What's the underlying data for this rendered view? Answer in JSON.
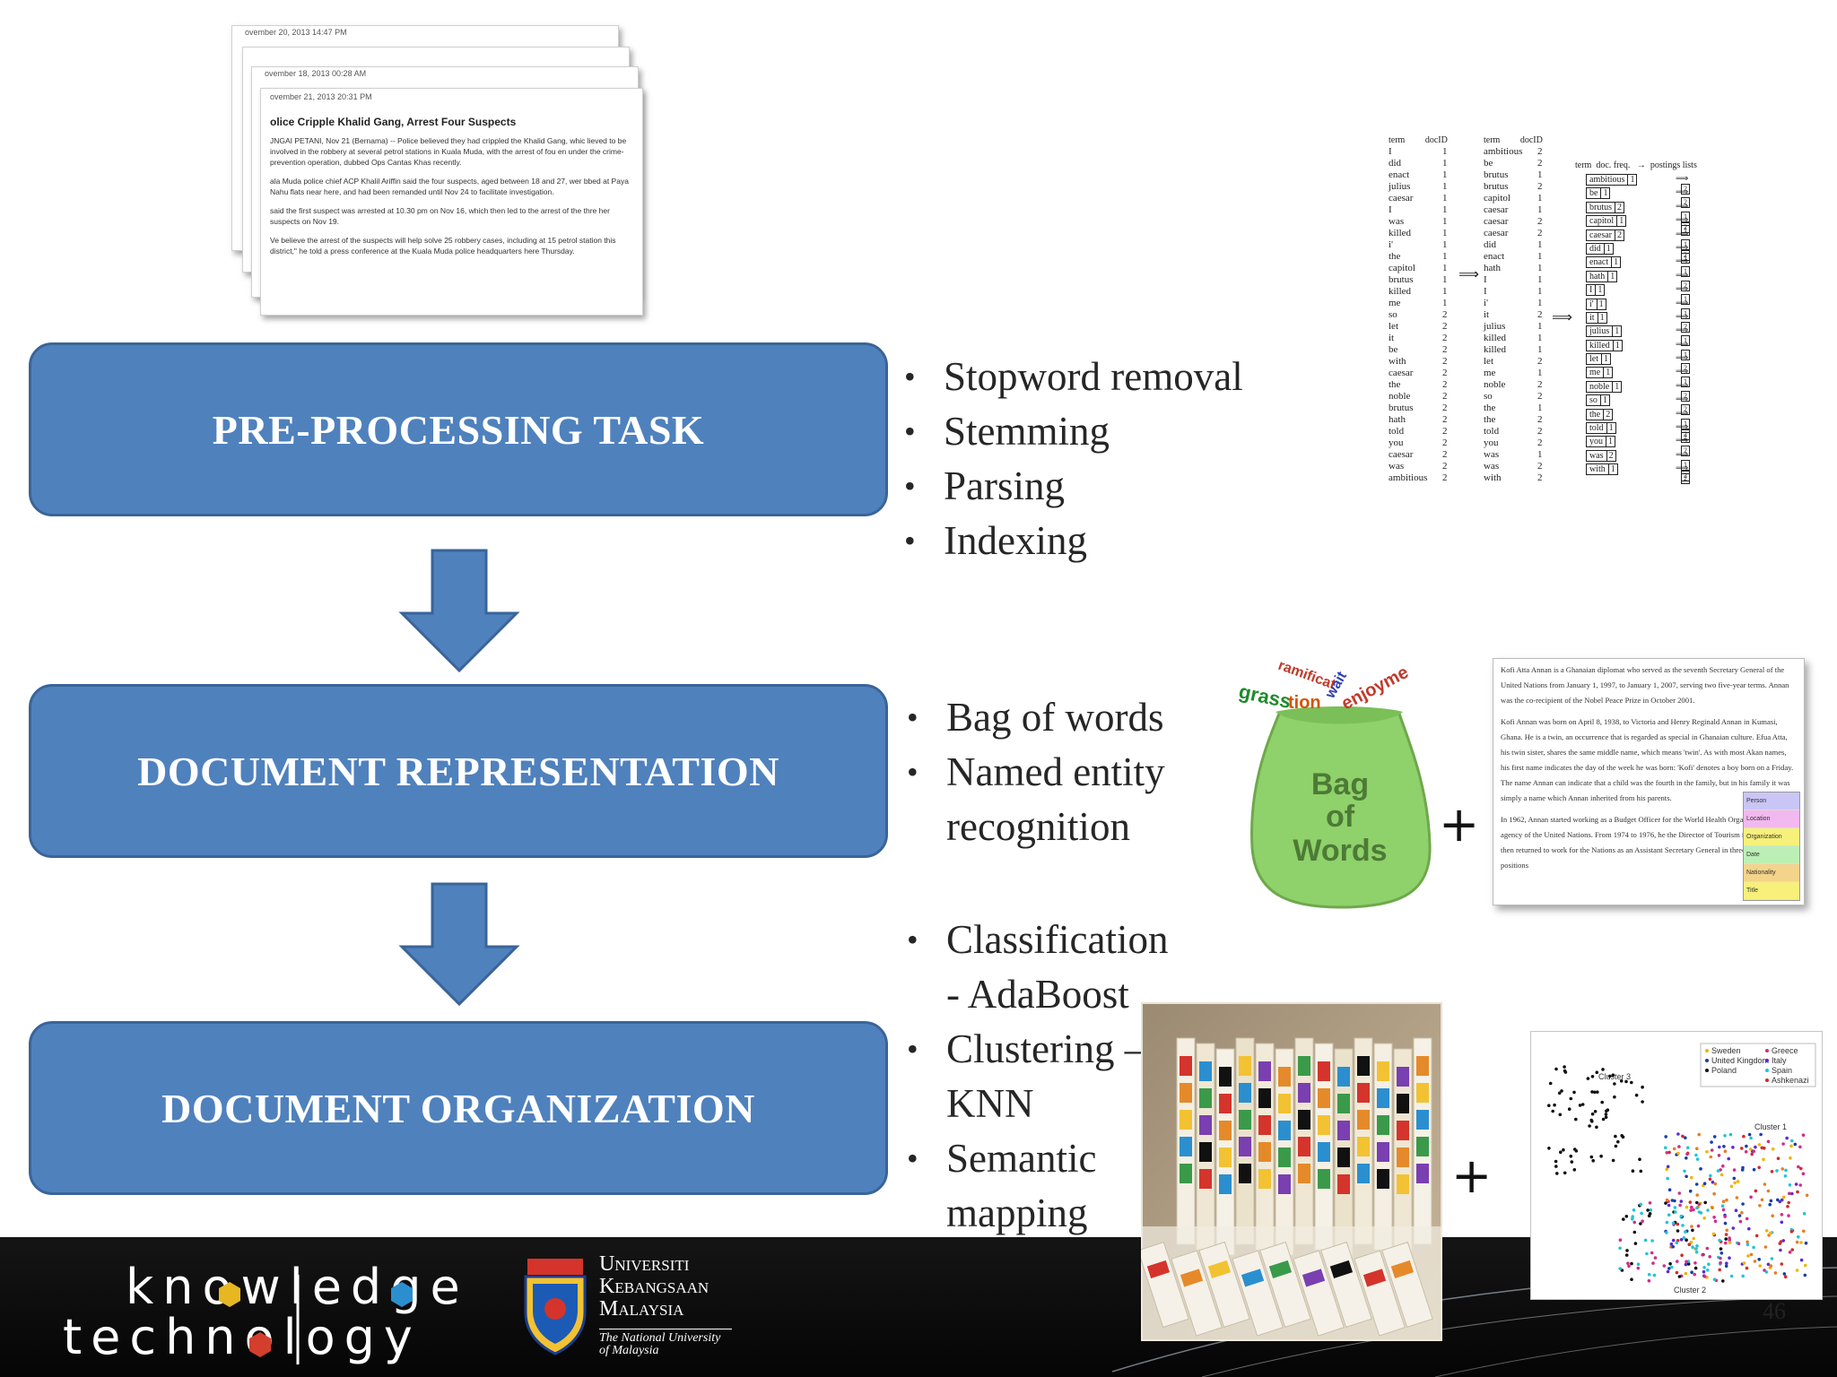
{
  "slide": {
    "page_number": "46"
  },
  "news": {
    "back_dates": [
      "ovember 20, 2013 14:47 PM",
      "ovember 18, 2013 00:28 AM"
    ],
    "front_date": "ovember 21, 2013 20:31 PM",
    "headline": "olice Cripple Khalid Gang, Arrest Four Suspects",
    "paragraphs": [
      "JNGAI PETANI, Nov 21 (Bernama) -- Police believed they had crippled the Khalid Gang, whic lieved to be involved in the robbery at several petrol stations in Kuala Muda, with the arrest of fou en under the crime-prevention operation, dubbed Ops Cantas Khas recently.",
      "ala Muda police chief ACP Khalil Ariffin said the four suspects, aged between 18 and 27, wer bbed at Paya Nahu flats near here, and had been remanded until Nov 24 to facilitate investigation.",
      "said the first suspect was arrested at 10.30 pm on Nov 16, which then led to the arrest of the thre her suspects on Nov 19.",
      "Ve believe the arrest of the suspects will help solve 25 robbery cases, including at 15 petrol station this district,\" he told a press conference at the Kuala Muda police headquarters here Thursday."
    ]
  },
  "boxes": [
    {
      "label": "PRE-PROCESSING TASK"
    },
    {
      "label": "DOCUMENT REPRESENTATION"
    },
    {
      "label": "DOCUMENT ORGANIZATION"
    }
  ],
  "bullets": {
    "preprocessing": [
      "Stopword removal",
      "Stemming",
      "Parsing",
      "Indexing"
    ],
    "representation": [
      "Bag of  words",
      "Named entity recognition"
    ],
    "organization": [
      "Classification - AdaBoost",
      "Clustering – KNN",
      "Semantic mapping"
    ]
  },
  "index_table": {
    "col1_header": [
      "term",
      "docID"
    ],
    "col1": [
      [
        "I",
        "1"
      ],
      [
        "did",
        "1"
      ],
      [
        "enact",
        "1"
      ],
      [
        "julius",
        "1"
      ],
      [
        "caesar",
        "1"
      ],
      [
        "I",
        "1"
      ],
      [
        "was",
        "1"
      ],
      [
        "killed",
        "1"
      ],
      [
        "i'",
        "1"
      ],
      [
        "the",
        "1"
      ],
      [
        "capitol",
        "1"
      ],
      [
        "brutus",
        "1"
      ],
      [
        "killed",
        "1"
      ],
      [
        "me",
        "1"
      ],
      [
        "so",
        "2"
      ],
      [
        "let",
        "2"
      ],
      [
        "it",
        "2"
      ],
      [
        "be",
        "2"
      ],
      [
        "with",
        "2"
      ],
      [
        "caesar",
        "2"
      ],
      [
        "the",
        "2"
      ],
      [
        "noble",
        "2"
      ],
      [
        "brutus",
        "2"
      ],
      [
        "hath",
        "2"
      ],
      [
        "told",
        "2"
      ],
      [
        "you",
        "2"
      ],
      [
        "caesar",
        "2"
      ],
      [
        "was",
        "2"
      ],
      [
        "ambitious",
        "2"
      ]
    ],
    "col2_header": [
      "term",
      "docID"
    ],
    "col2": [
      [
        "ambitious",
        "2"
      ],
      [
        "be",
        "2"
      ],
      [
        "brutus",
        "1"
      ],
      [
        "brutus",
        "2"
      ],
      [
        "capitol",
        "1"
      ],
      [
        "caesar",
        "1"
      ],
      [
        "caesar",
        "2"
      ],
      [
        "caesar",
        "2"
      ],
      [
        "did",
        "1"
      ],
      [
        "enact",
        "1"
      ],
      [
        "hath",
        "1"
      ],
      [
        "I",
        "1"
      ],
      [
        "I",
        "1"
      ],
      [
        "i'",
        "1"
      ],
      [
        "it",
        "2"
      ],
      [
        "julius",
        "1"
      ],
      [
        "killed",
        "1"
      ],
      [
        "killed",
        "1"
      ],
      [
        "let",
        "2"
      ],
      [
        "me",
        "1"
      ],
      [
        "noble",
        "2"
      ],
      [
        "so",
        "2"
      ],
      [
        "the",
        "1"
      ],
      [
        "the",
        "2"
      ],
      [
        "told",
        "2"
      ],
      [
        "you",
        "2"
      ],
      [
        "was",
        "1"
      ],
      [
        "was",
        "2"
      ],
      [
        "with",
        "2"
      ]
    ],
    "post_header": [
      "term",
      "doc. freq.",
      "→",
      "postings lists"
    ],
    "postings": [
      [
        "ambitious",
        "1",
        "2"
      ],
      [
        "be",
        "1",
        "2"
      ],
      [
        "brutus",
        "2",
        "1 2"
      ],
      [
        "capitol",
        "1",
        "1"
      ],
      [
        "caesar",
        "2",
        "1 2"
      ],
      [
        "did",
        "1",
        "1"
      ],
      [
        "enact",
        "1",
        "1"
      ],
      [
        "hath",
        "1",
        "2"
      ],
      [
        "I",
        "1",
        "1"
      ],
      [
        "i'",
        "1",
        "1"
      ],
      [
        "it",
        "1",
        "2"
      ],
      [
        "julius",
        "1",
        "1"
      ],
      [
        "killed",
        "1",
        "1"
      ],
      [
        "let",
        "1",
        "2"
      ],
      [
        "me",
        "1",
        "1"
      ],
      [
        "noble",
        "1",
        "2"
      ],
      [
        "so",
        "1",
        "2"
      ],
      [
        "the",
        "2",
        "1 2"
      ],
      [
        "told",
        "1",
        "2"
      ],
      [
        "you",
        "1",
        "2"
      ],
      [
        "was",
        "2",
        "1 2"
      ],
      [
        "with",
        "1",
        "2"
      ]
    ],
    "arrow": "⟹"
  },
  "bag": {
    "label_lines": [
      "Bag",
      "of",
      "Words"
    ],
    "words": [
      "ramificat",
      "grass",
      "tion",
      "enjoyme",
      "wait"
    ]
  },
  "plus_sign": "+",
  "ner_doc": {
    "p1": "Kofi Atta Annan is a Ghanaian diplomat who served as the seventh Secretary General of the United Nations from January 1, 1997, to January 1, 2007, serving two five-year terms. Annan was the co-recipient of the Nobel Peace Prize in October 2001.",
    "p2": "Kofi Annan was born on April 8, 1938, to Victoria and Henry Reginald Annan in Kumasi, Ghana. He is a twin, an occurrence that is regarded as special in Ghanaian culture. Efua Atta, his twin sister, shares the same middle name, which means 'twin'. As with most Akan names, his first name indicates the day of the week he was born: 'Kofi' denotes a boy born on a Friday. The name Annan can indicate that a child was the fourth in the family, but in his family it was simply a name which Annan inherited from his parents.",
    "p3": "In 1962, Annan started working as a Budget Officer for the World Health Organization, an agency of the United Nations. From 1974 to 1976, he the Director of Tourism in Ghana. Annan then returned to work for the Nations as an Assistant Secretary General in three consecutive positions",
    "legend": [
      "Person",
      "Location",
      "Organization",
      "Date",
      "Nationality",
      "Title"
    ],
    "colors": {
      "person": "#c9c6f5",
      "location": "#f2b8f0",
      "organization": "#f7f07a",
      "date": "#bcefb5"
    }
  },
  "scatter_fig": {
    "legend": [
      "Sweden",
      "United Kingdom",
      "Poland",
      "Greece",
      "Italy",
      "Spain",
      "Ashkenazi"
    ],
    "cluster_labels": [
      "Cluster 3",
      "Cluster 1",
      "Cluster 2"
    ]
  },
  "logos": {
    "kt_line1": "knowledge",
    "kt_line2": "technology",
    "ukm_lines": [
      "Universiti",
      "Kebangsaan",
      "Malaysia"
    ],
    "ukm_sub": [
      "The National University",
      "of Malaysia"
    ]
  },
  "colors": {
    "box_fill": "#4f81bd",
    "box_border": "#3a6499",
    "text": "#262626",
    "bar": "#0a0a0a"
  }
}
